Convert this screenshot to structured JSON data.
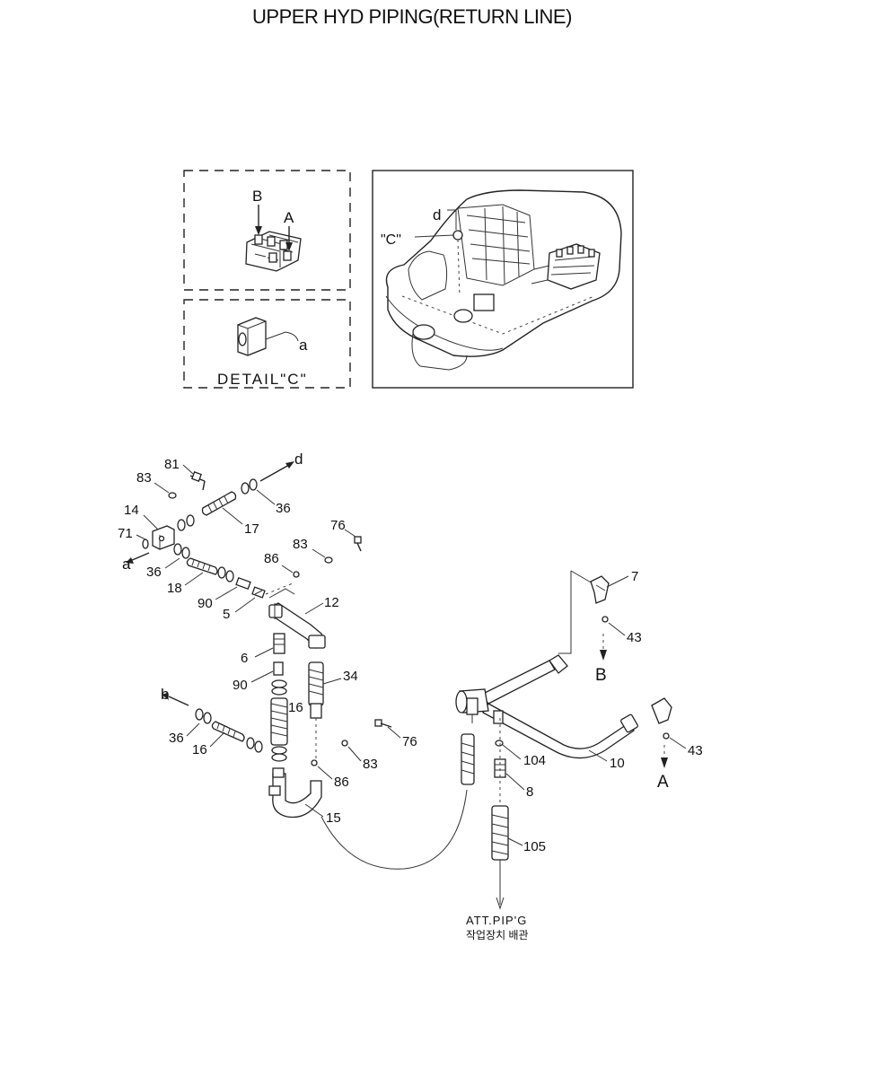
{
  "title": "UPPER HYD PIPING(RETURN LINE)",
  "detail_boxes": {
    "top": {
      "arrow_b": "B",
      "arrow_a": "A"
    },
    "bottom": {
      "label_a": "a",
      "caption": "DETAIL\"C\""
    }
  },
  "overview": {
    "label_d": "d",
    "label_c": "\"C\""
  },
  "parts": {
    "p81": "81",
    "p83a": "83",
    "p14": "14",
    "p71": "71",
    "p36a": "36",
    "p18": "18",
    "p90a": "90",
    "p5": "5",
    "p17": "17",
    "p36b": "36",
    "p76a": "76",
    "p83b": "83",
    "p86a": "86",
    "p12": "12",
    "p6": "6",
    "p90b": "90",
    "p34": "34",
    "p16a": "16",
    "p36c": "36",
    "p16b": "16",
    "p76b": "76",
    "p83c": "83",
    "p86b": "86",
    "p15": "15",
    "p7": "7",
    "p43a": "43",
    "p43b": "43",
    "p10": "10",
    "p104": "104",
    "p8": "8",
    "p105": "105"
  },
  "connections": {
    "a": "a",
    "b": "b",
    "d": "d",
    "A": "A",
    "B": "B"
  },
  "destination": {
    "english": "ATT.PIP'G",
    "korean": "작업장치 배관"
  }
}
